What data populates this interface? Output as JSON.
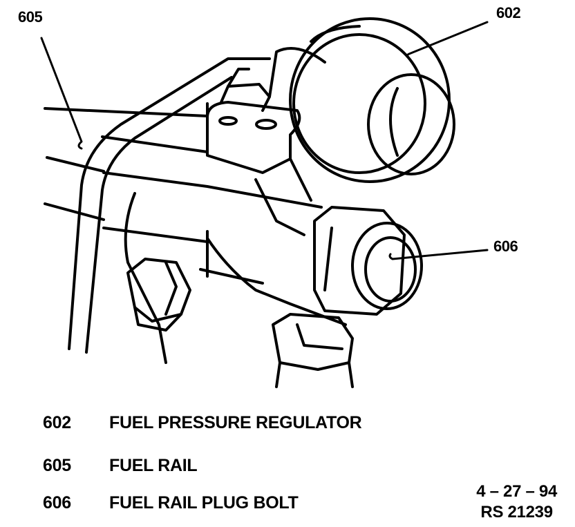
{
  "callouts": {
    "c602": "602",
    "c605": "605",
    "c606": "606"
  },
  "legend": [
    {
      "number": "602",
      "label": "FUEL PRESSURE REGULATOR"
    },
    {
      "number": "605",
      "label": "FUEL RAIL"
    },
    {
      "number": "606",
      "label": "FUEL RAIL PLUG BOLT"
    }
  ],
  "stamp": {
    "date": "4 – 27 – 94",
    "ref": "RS 21239"
  }
}
